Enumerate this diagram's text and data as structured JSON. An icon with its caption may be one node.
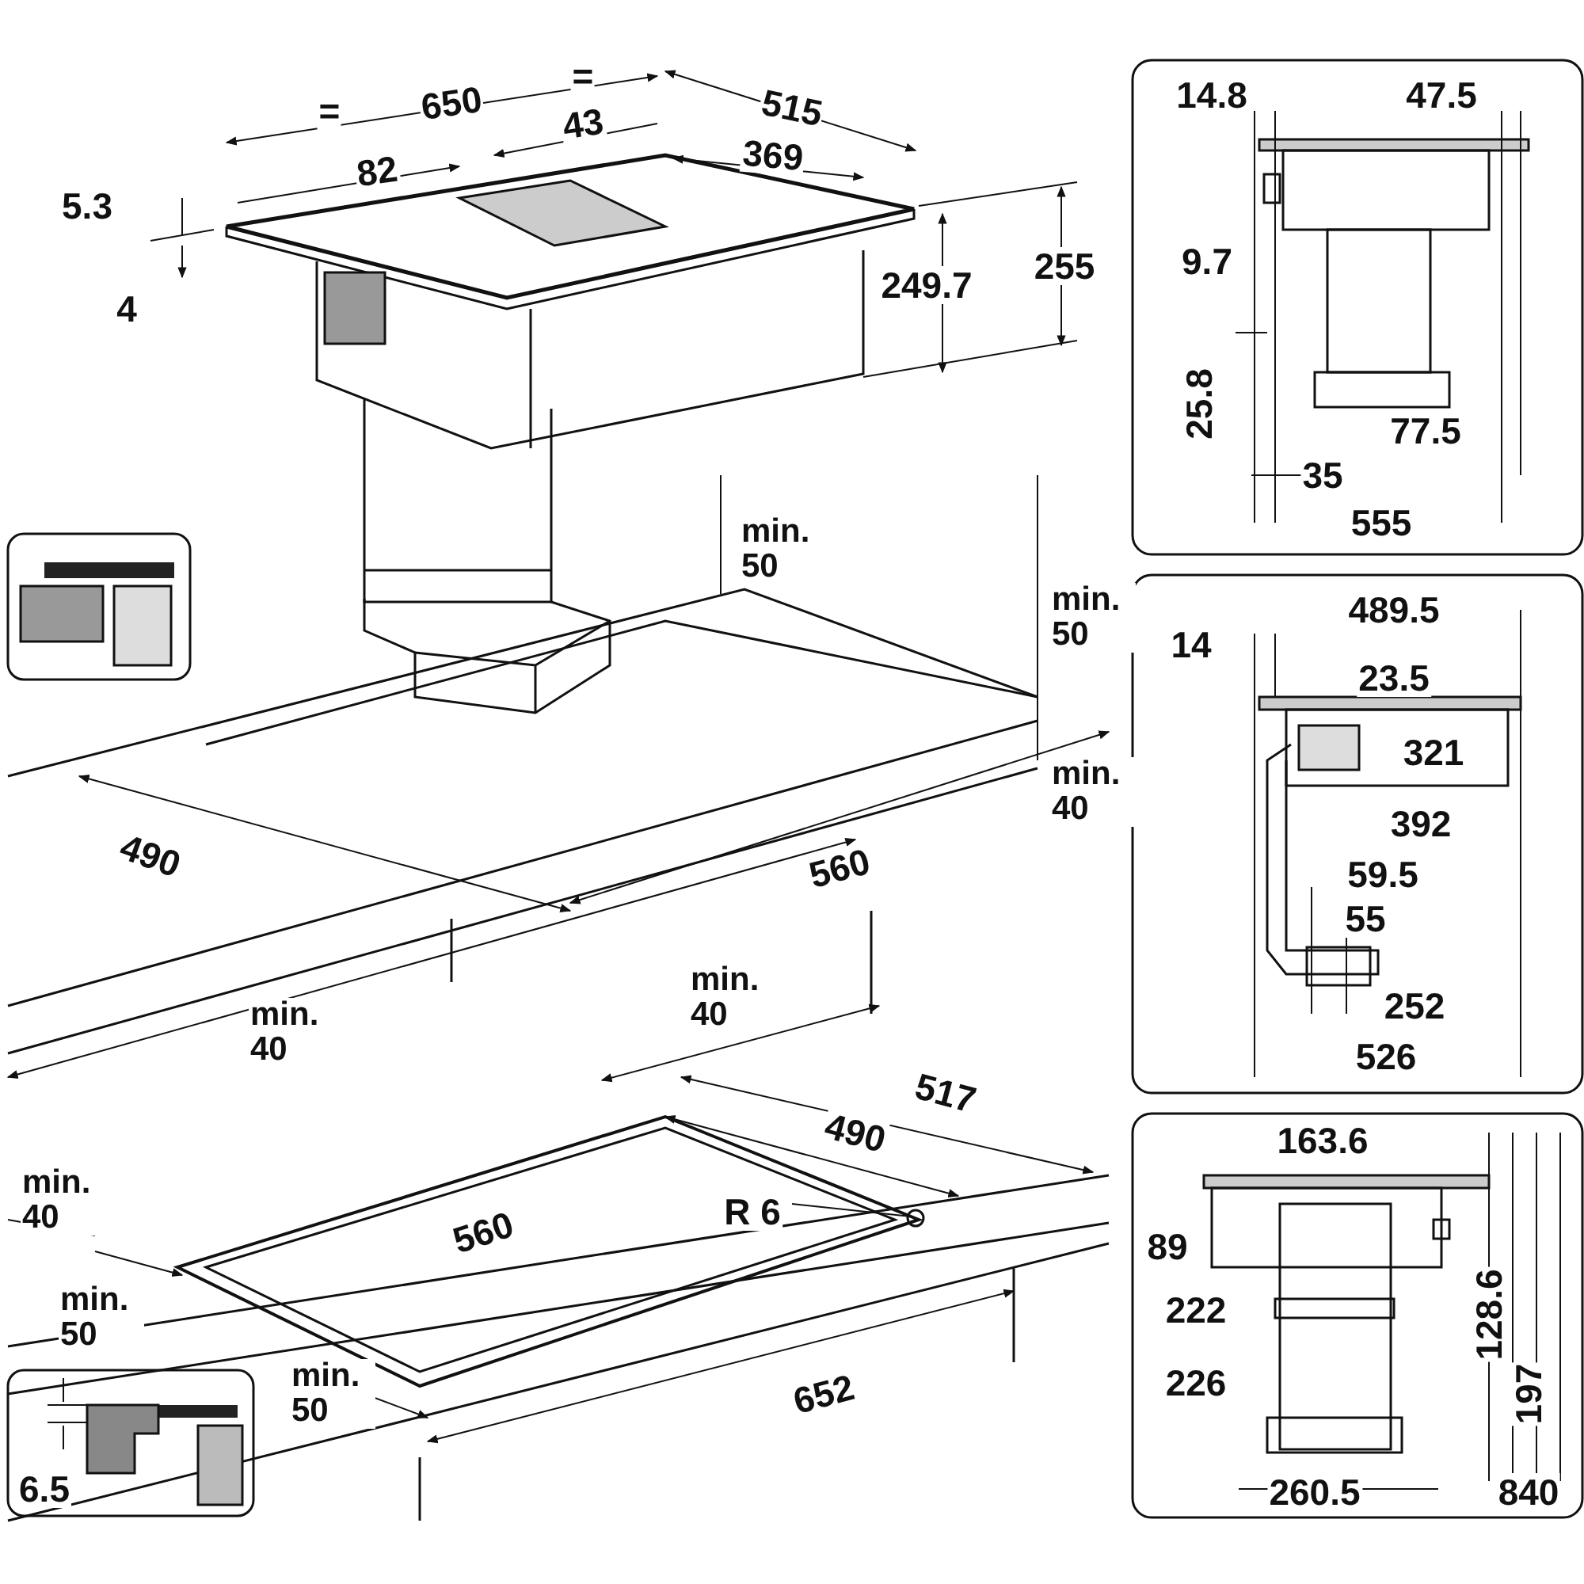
{
  "diagram": {
    "labels": [
      "=",
      "650",
      "=",
      "515",
      "43",
      "82",
      "369",
      "5.3",
      "4",
      "249.7",
      "255",
      "min. 50",
      "min. 50",
      "490",
      "min. 40",
      "560",
      "min. 40",
      "min. 40",
      "517",
      "490",
      "560",
      "R 6",
      "min. 40",
      "min. 50",
      "min. 50",
      "652",
      "6.5",
      "14.8",
      "47.5",
      "9.7",
      "25.8",
      "77.5",
      "35",
      "555",
      "489.5",
      "14",
      "23.5",
      "321",
      "392",
      "59.5",
      "55",
      "252",
      "526",
      "163.6",
      "89",
      "222",
      "226",
      "128.6",
      "197",
      "260.5",
      "840"
    ]
  }
}
